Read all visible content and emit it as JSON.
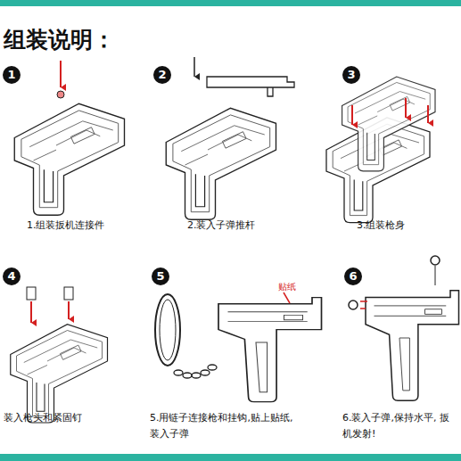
{
  "diagram": {
    "title": "组装说明：",
    "nodes": [
      {
        "text": [
          "1"
        ]
      },
      {
        "text": [
          "2"
        ]
      },
      {
        "text": [
          "3"
        ]
      },
      {
        "text": [
          "4"
        ]
      },
      {
        "text": [
          "5"
        ]
      },
      {
        "text": [
          "6"
        ]
      }
    ],
    "labels": [
      "1.组装扳机连接件",
      "2.装入子弹推杆",
      "3.组装枪身",
      "装入枪头和紧固钉",
      "5.用链子连接枪和挂钩,贴上贴纸, 装入子弹",
      "6.装入子弹,保持水平, 扳机发射!",
      "贴纸"
    ]
  }
}
